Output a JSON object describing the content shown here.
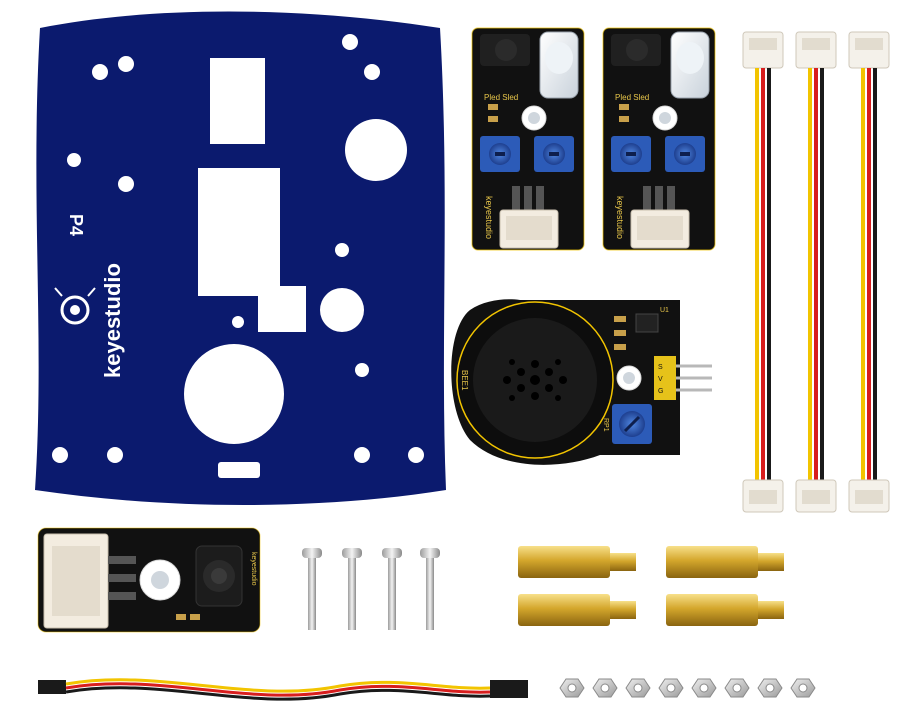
{
  "plate": {
    "brand": "keyestudio",
    "part_no": "P4",
    "color": "#0b1a6e"
  },
  "ir_modules": [
    {
      "brand": "keyestudio",
      "silk": "Pled Sled"
    },
    {
      "brand": "keyestudio",
      "silk": "Pled Sled"
    }
  ],
  "speaker_module": {
    "buzzer_label": "BEE1",
    "pot_label": "RP1",
    "ic_label": "U1",
    "pins": [
      "S",
      "V",
      "G"
    ]
  },
  "receiver_module": {
    "brand": "keyestudio"
  },
  "colors": {
    "pcb": "#111111",
    "wire_yellow": "#f2c400",
    "wire_red": "#d81e1e",
    "wire_black": "#1a1a1a",
    "brass": "#d4a72c",
    "pot_blue": "#2c5bb8"
  },
  "items": {
    "screws": 4,
    "standoffs": 4,
    "nuts": 8,
    "three_pin_cables": 3,
    "dupont_cable": 1
  }
}
